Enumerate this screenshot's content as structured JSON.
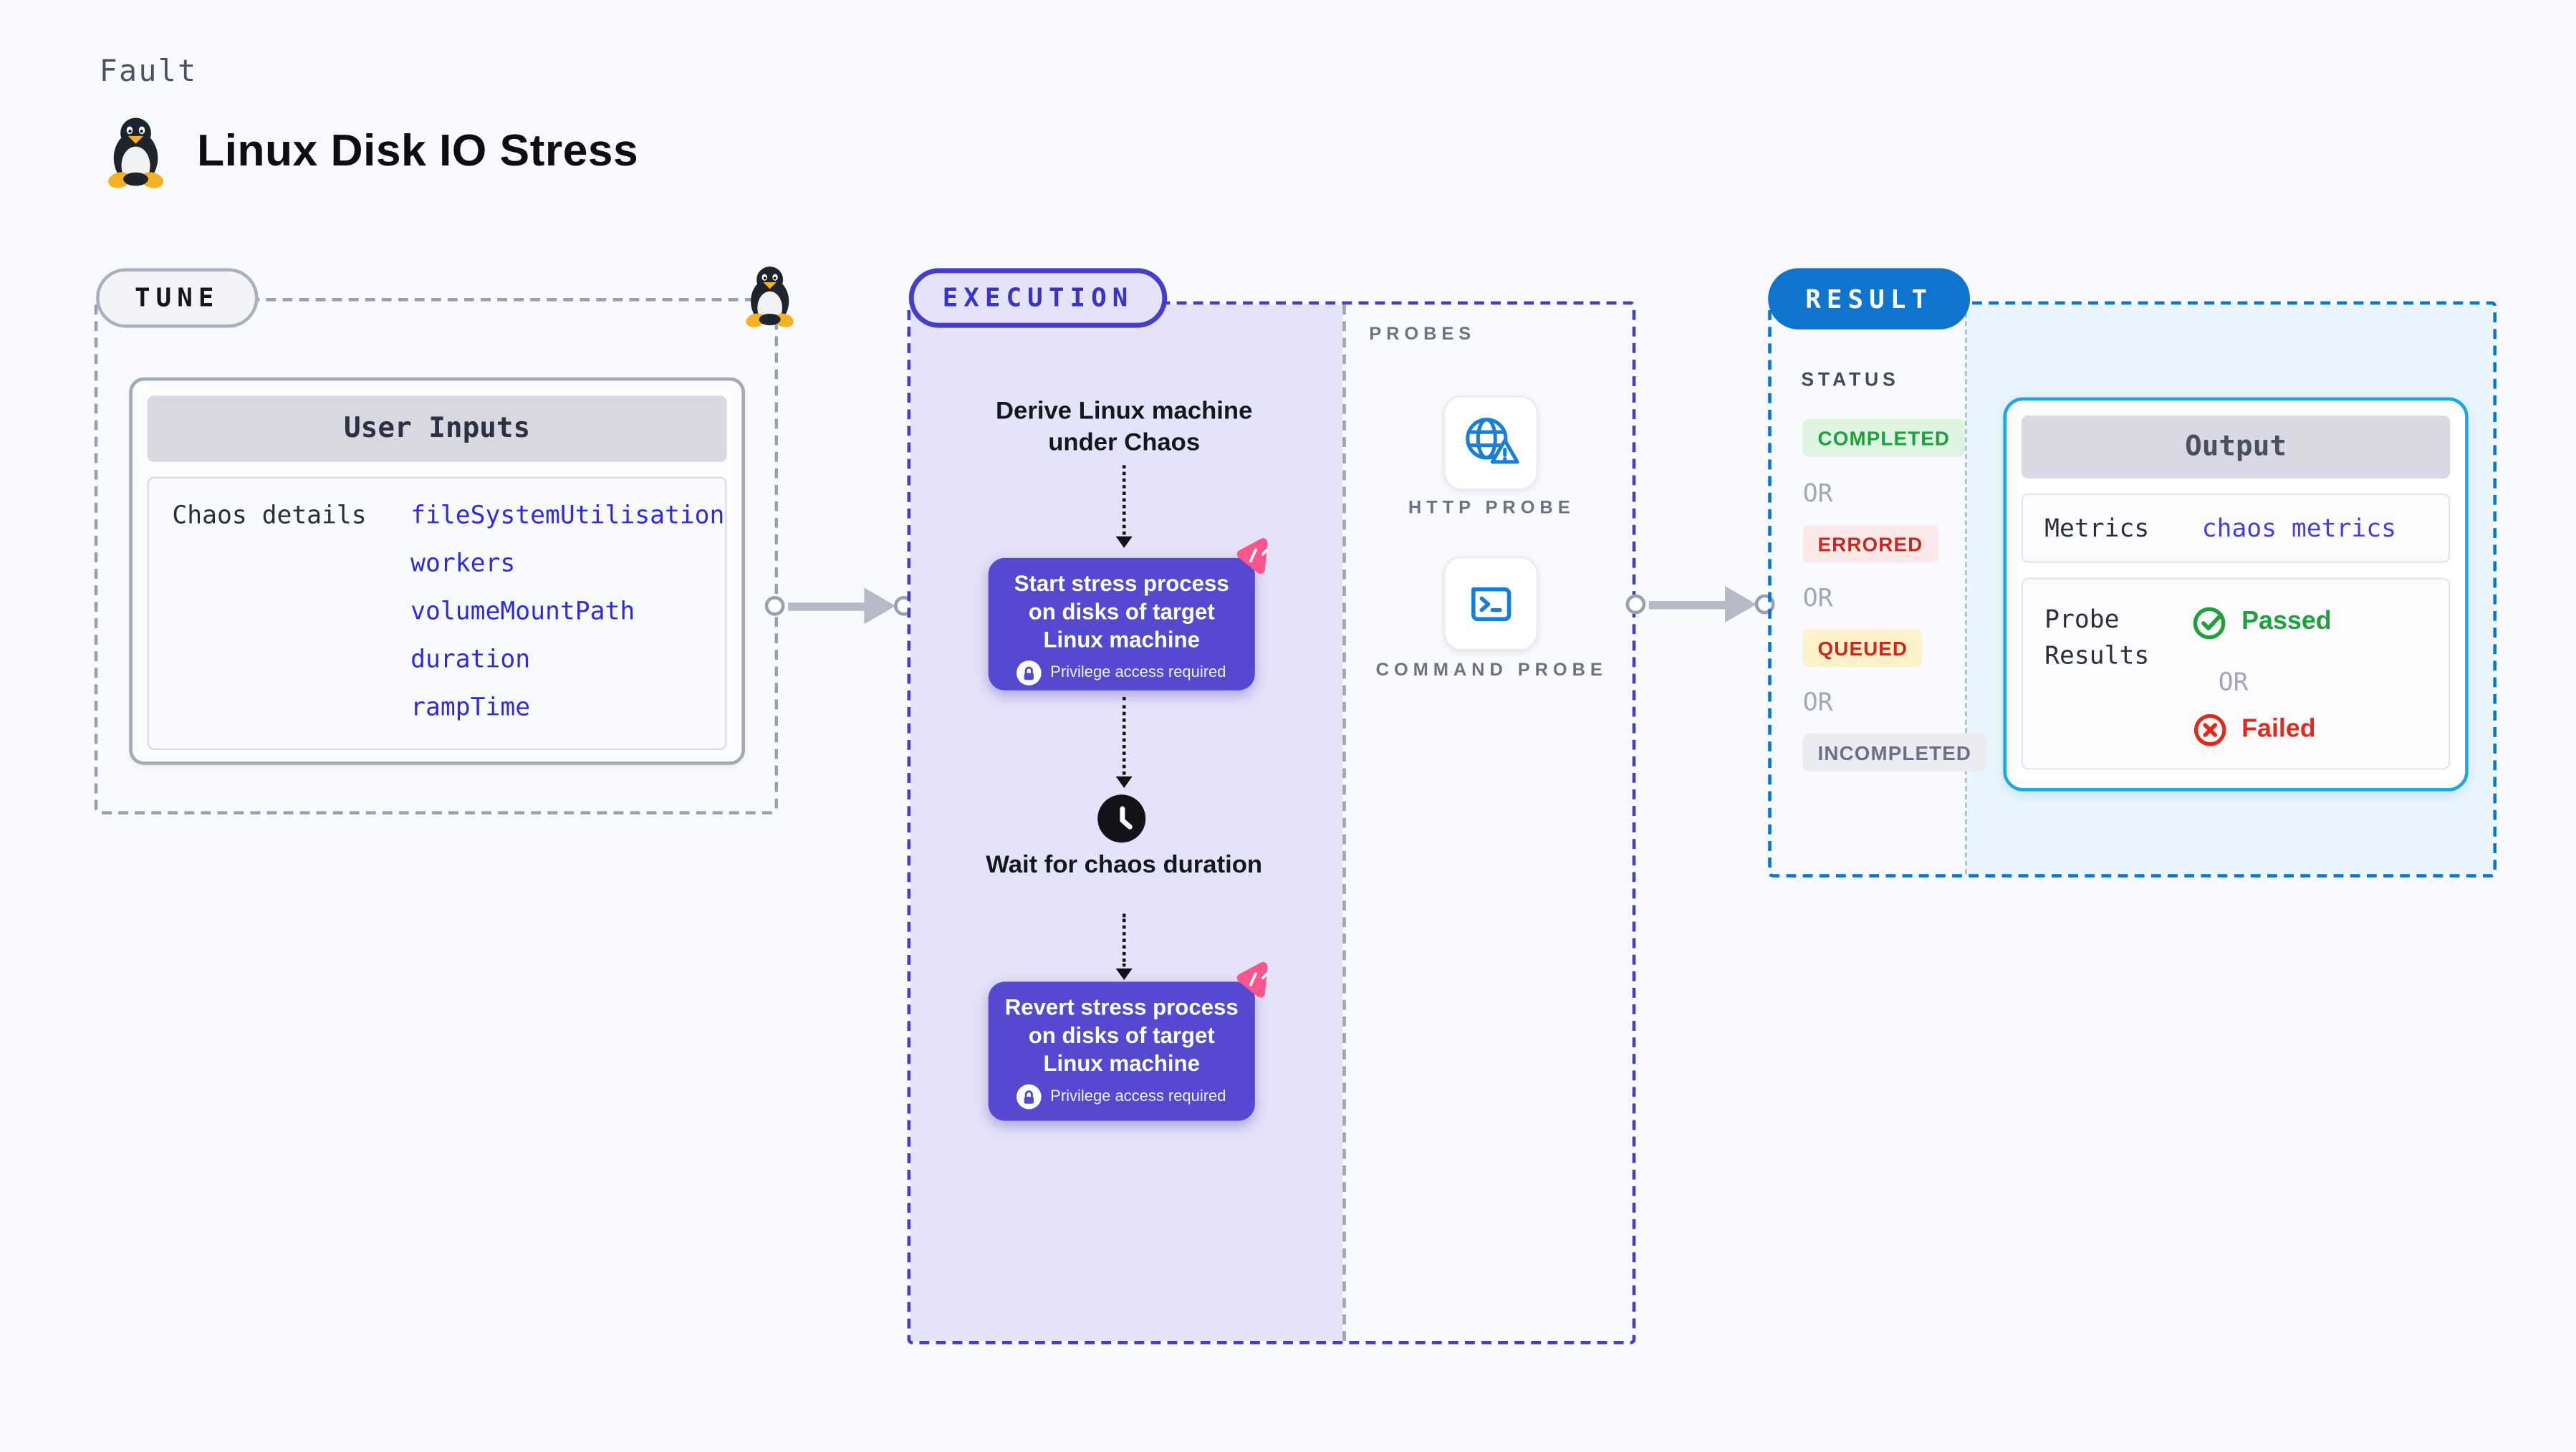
{
  "header": {
    "kicker": "Fault",
    "title": "Linux Disk IO Stress",
    "icon": "tux-penguin"
  },
  "tune": {
    "label": "TUNE",
    "card_title": "User Inputs",
    "row_label": "Chaos details",
    "values": [
      "fileSystemUtilisation",
      "workers",
      "volumeMountPath",
      "duration",
      "rampTime"
    ]
  },
  "execution": {
    "label": "EXECUTION",
    "derive_step": "Derive Linux machine under Chaos",
    "start_step": "Start stress process on disks of target Linux machine",
    "wait_step": "Wait for chaos duration",
    "revert_step": "Revert stress process on disks of target Linux machine",
    "privilege_note": "Privilege access required"
  },
  "probes": {
    "label": "PROBES",
    "items": [
      {
        "name": "HTTP PROBE",
        "icon": "globe-alert-icon"
      },
      {
        "name": "COMMAND PROBE",
        "icon": "terminal-icon"
      }
    ]
  },
  "result": {
    "label": "RESULT",
    "status_label": "STATUS",
    "or_label": "OR",
    "statuses": [
      {
        "label": "COMPLETED",
        "fg": "#1BA23C",
        "bg": "#DFF3E1"
      },
      {
        "label": "ERRORED",
        "fg": "#CA281D",
        "bg": "#FBE9E9"
      },
      {
        "label": "QUEUED",
        "fg": "#CA281D",
        "bg": "#FAF0CA"
      },
      {
        "label": "INCOMPLETED",
        "fg": "#6A7181",
        "bg": "#EBECF2"
      }
    ],
    "output": {
      "title": "Output",
      "metrics_label": "Metrics",
      "metrics_value": "chaos metrics",
      "probe_results_label": "Probe Results",
      "passed": "Passed",
      "failed": "Failed"
    }
  },
  "colors": {
    "page_bg": "#F9FAFD",
    "execution_fill": "#E5E3F9",
    "execution_border": "#463EC8",
    "chaos_card": "#5449CF",
    "pink_badge": "#F9578C",
    "probe_icon_blue": "#177FD8",
    "result_blue": "#0E74CE",
    "output_border": "#1BA7DF",
    "result_fill": "#E9F5FC",
    "passed_green": "#1EA03A",
    "failed_red": "#DE2B1E",
    "value_blue": "#2F2ADF",
    "connector_gray": "#B6B9C6"
  }
}
